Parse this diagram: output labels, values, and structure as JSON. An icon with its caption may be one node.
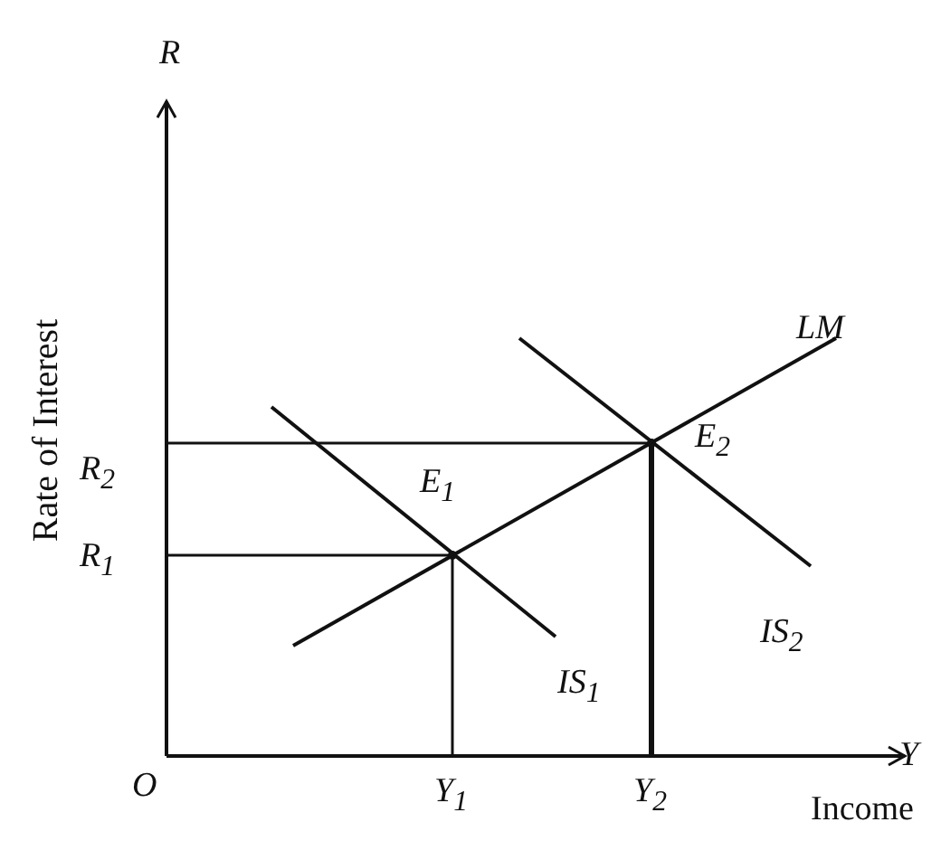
{
  "diagram": {
    "labels": [
      "R",
      "LM",
      "R$_{2}$",
      "E$_{2}$",
      "E$_{1}$",
      "Rate of Interest",
      "R$_{1}$",
      "IS$_{2}$",
      "IS$_{1}$",
      "O",
      "Y",
      "Y$_{1}$",
      "Y$_{2}$",
      "Income"
    ]
  }
}
